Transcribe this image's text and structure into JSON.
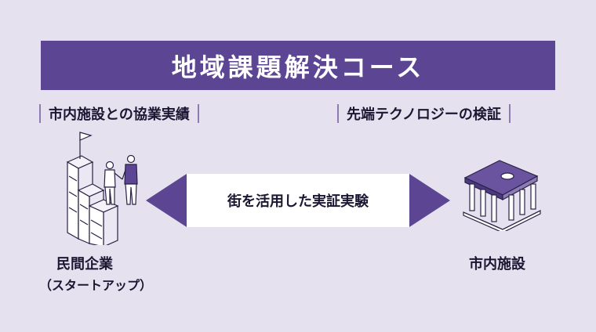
{
  "banner": {
    "title": "地域課題解決コース"
  },
  "subtitles": {
    "left": "市内施設との協業実績",
    "right": "先端テクノロジーの検証"
  },
  "center": {
    "text": "街を活用した実証実験"
  },
  "left_entity": {
    "label": "民間企業",
    "sublabel": "（スタートアップ）",
    "icon": "startup-icon"
  },
  "right_entity": {
    "label": "市内施設",
    "icon": "building-icon"
  },
  "colors": {
    "background": "#e6e1ef",
    "accent": "#5c4693",
    "divider": "#8c7bb4",
    "text": "#1d1633"
  }
}
